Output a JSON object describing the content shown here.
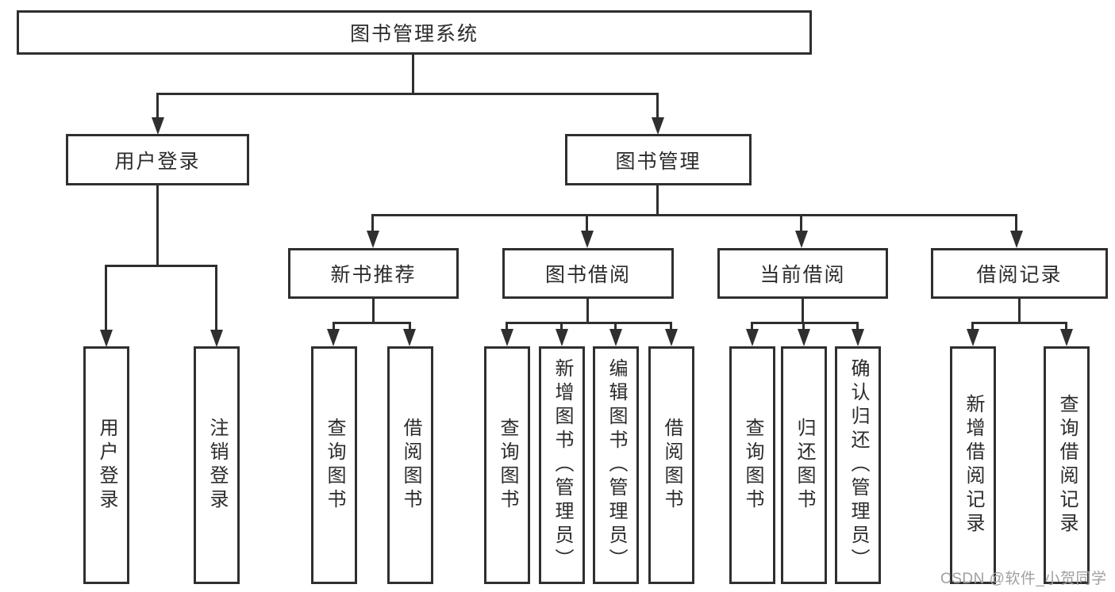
{
  "colors": {
    "line": "#2f2f2f",
    "text": "#2b2b2b",
    "background": "#ffffff",
    "watermark": "#a0a0a0"
  },
  "watermark": "CSDN @软件_小贺同学",
  "diagram": {
    "root": "图书管理系统",
    "branches": [
      {
        "label": "用户登录",
        "children": [
          "用户登录",
          "注销登录"
        ]
      },
      {
        "label": "图书管理",
        "children": [
          {
            "label": "新书推荐",
            "children": [
              "查询图书",
              "借阅图书"
            ]
          },
          {
            "label": "图书借阅",
            "children": [
              "查询图书",
              "新增图书（管理员）",
              "编辑图书（管理员）",
              "借阅图书"
            ]
          },
          {
            "label": "当前借阅",
            "children": [
              "查询图书",
              "归还图书",
              "确认归还（管理员）"
            ]
          },
          {
            "label": "借阅记录",
            "children": [
              "新增借阅记录",
              "查询借阅记录"
            ]
          }
        ]
      }
    ]
  }
}
